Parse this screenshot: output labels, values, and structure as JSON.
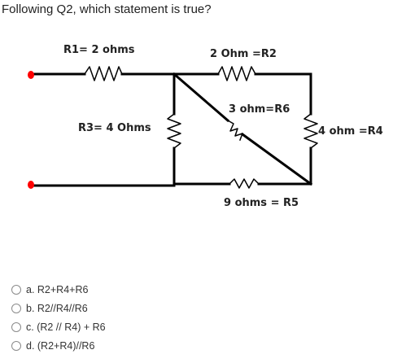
{
  "question": {
    "text": "Following Q2, which statement is true?"
  },
  "circuit": {
    "labels": {
      "r1": "R1= 2 ohms",
      "r2": "2 Ohm =R2",
      "r3": "R3= 4 Ohms",
      "r4": "4 ohm =R4",
      "r5": "9 ohms = R5",
      "r6": "3 ohm=R6"
    },
    "colors": {
      "wire": "#000000",
      "terminal": "#ff0000"
    }
  },
  "options": [
    {
      "label": "a. R2+R4+R6",
      "selected": false
    },
    {
      "label": "b. R2//R4//R6",
      "selected": false
    },
    {
      "label": "c. (R2 // R4) + R6",
      "selected": false
    },
    {
      "label": "d. (R2+R4)//R6",
      "selected": false
    }
  ]
}
